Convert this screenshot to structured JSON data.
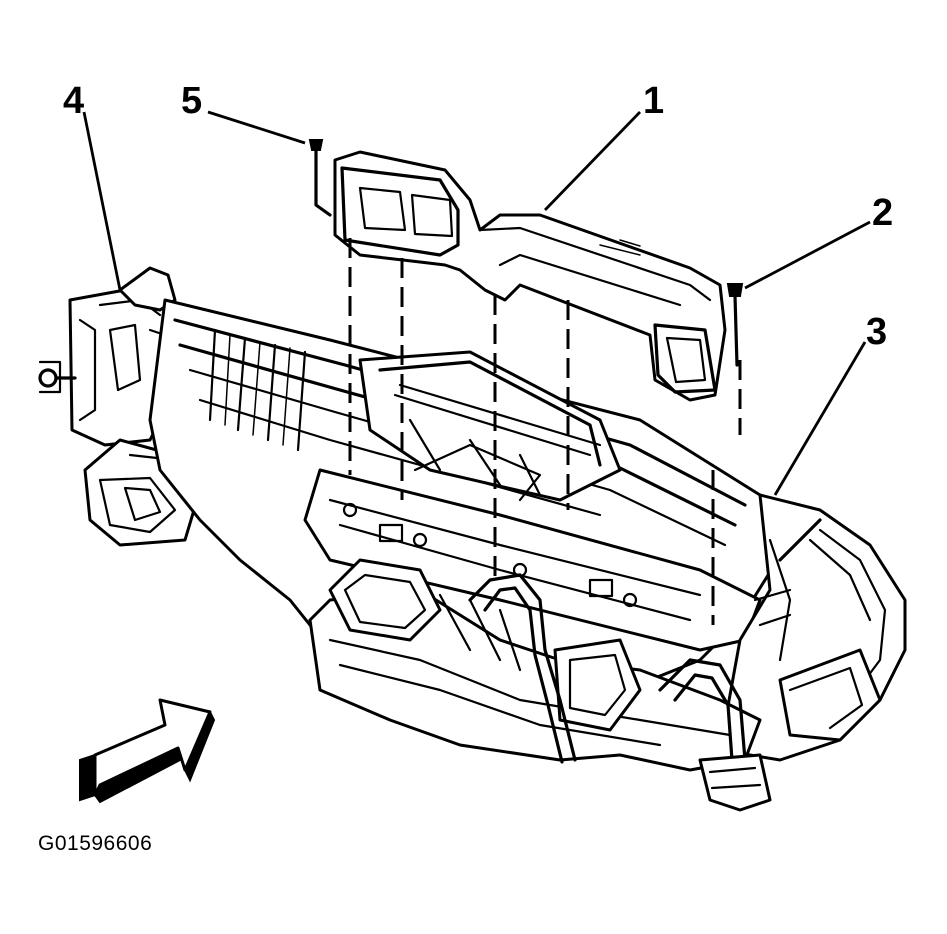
{
  "callouts": [
    "1",
    "2",
    "3",
    "4",
    "5"
  ],
  "figure_id": "G01596606",
  "arrow": {
    "icon": "front-direction-arrow-icon"
  }
}
